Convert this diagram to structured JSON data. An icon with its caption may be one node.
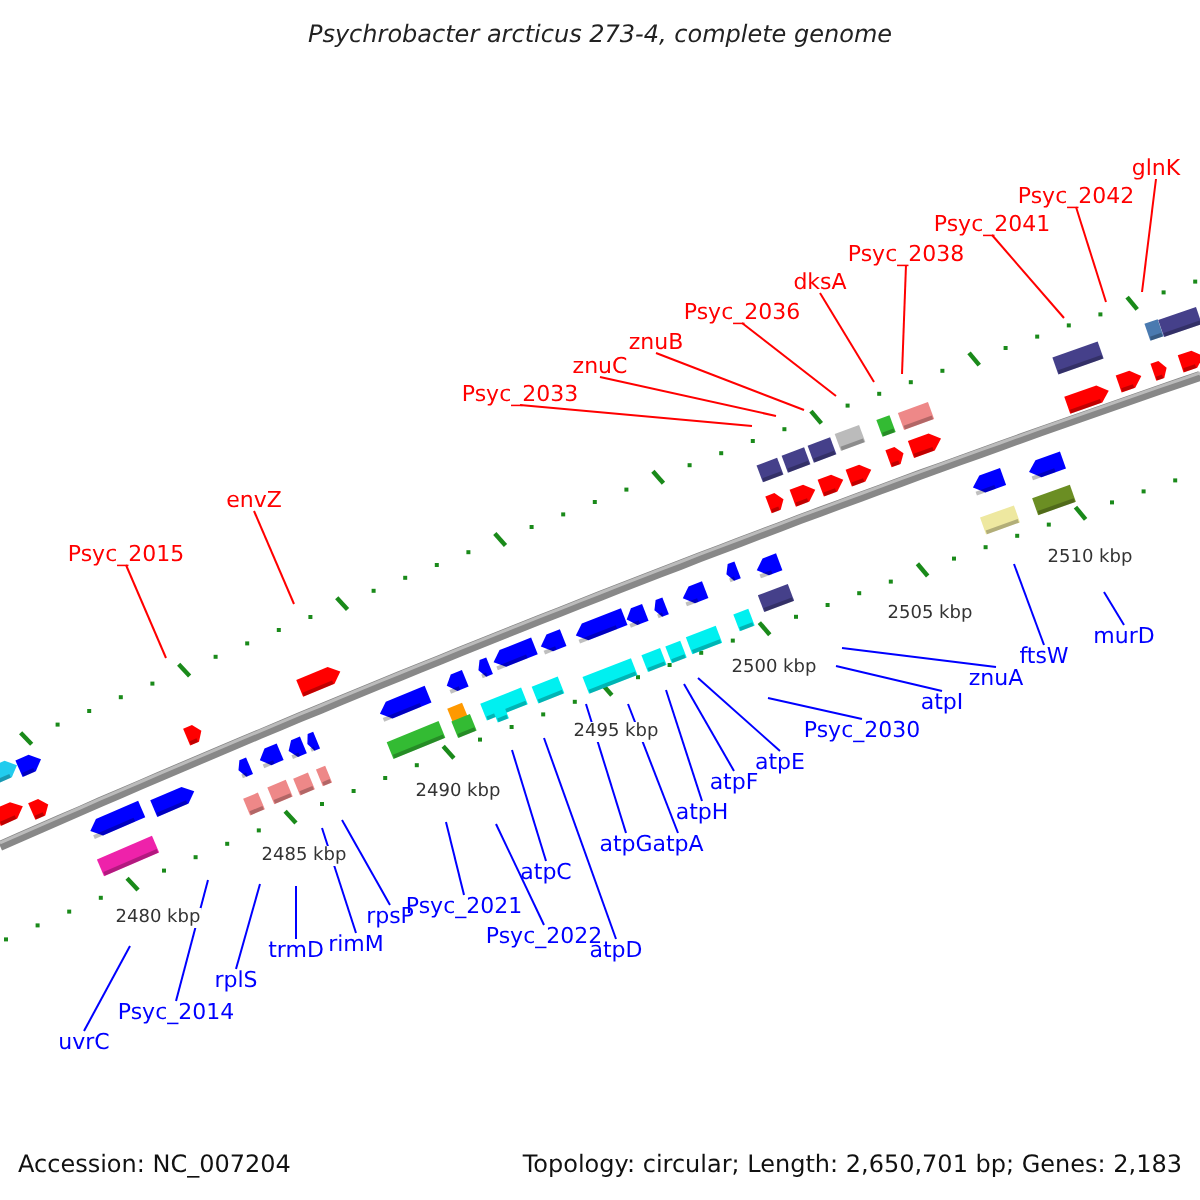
{
  "diagram": {
    "title": "Psychrobacter arcticus 273-4, complete genome",
    "nodes": [
      {
        "text": [
          "Psyc_2015"
        ]
      },
      {
        "text": [
          "envZ"
        ]
      },
      {
        "text": [
          "Psyc_2033"
        ]
      },
      {
        "text": [
          "znuC"
        ]
      },
      {
        "text": [
          "znuB"
        ]
      },
      {
        "text": [
          "Psyc_2036"
        ]
      },
      {
        "text": [
          "dksA"
        ]
      },
      {
        "text": [
          "Psyc_2038"
        ]
      },
      {
        "text": [
          "Psyc_2041"
        ]
      },
      {
        "text": [
          "Psyc_2042"
        ]
      },
      {
        "text": [
          "glnK"
        ]
      },
      {
        "text": [
          "uvrC"
        ]
      },
      {
        "text": [
          "Psyc_2014"
        ]
      },
      {
        "text": [
          "rplS"
        ]
      },
      {
        "text": [
          "trmD"
        ]
      },
      {
        "text": [
          "rimM"
        ]
      },
      {
        "text": [
          "rpsP"
        ]
      },
      {
        "text": [
          "Psyc_2021"
        ]
      },
      {
        "text": [
          "Psyc_2022"
        ]
      },
      {
        "text": [
          "atpC"
        ]
      },
      {
        "text": [
          "atpD"
        ]
      },
      {
        "text": [
          "atpG"
        ]
      },
      {
        "text": [
          "atpA"
        ]
      },
      {
        "text": [
          "atpH"
        ]
      },
      {
        "text": [
          "atpF"
        ]
      },
      {
        "text": [
          "atpE"
        ]
      },
      {
        "text": [
          "Psyc_2030"
        ]
      },
      {
        "text": [
          "atpI"
        ]
      },
      {
        "text": [
          "znuA"
        ]
      },
      {
        "text": [
          "ftsW"
        ]
      },
      {
        "text": [
          "murD"
        ]
      }
    ],
    "edges": [
      {
        "from": 0,
        "to": null,
        "arrow": "none",
        "color": "#ff0000"
      },
      {
        "from": 1,
        "to": null,
        "arrow": "none",
        "color": "#ff0000"
      },
      {
        "from": 2,
        "to": null,
        "arrow": "none",
        "color": "#ff0000"
      },
      {
        "from": 3,
        "to": null,
        "arrow": "none",
        "color": "#ff0000"
      },
      {
        "from": 4,
        "to": null,
        "arrow": "none",
        "color": "#ff0000"
      },
      {
        "from": 5,
        "to": null,
        "arrow": "none",
        "color": "#ff0000"
      },
      {
        "from": 6,
        "to": null,
        "arrow": "none",
        "color": "#ff0000"
      },
      {
        "from": 7,
        "to": null,
        "arrow": "none",
        "color": "#ff0000"
      },
      {
        "from": 8,
        "to": null,
        "arrow": "none",
        "color": "#ff0000"
      },
      {
        "from": 9,
        "to": null,
        "arrow": "none",
        "color": "#ff0000"
      },
      {
        "from": 10,
        "to": null,
        "arrow": "none",
        "color": "#ff0000"
      },
      {
        "from": 11,
        "to": null,
        "arrow": "none"
      },
      {
        "from": 12,
        "to": null,
        "arrow": "none"
      },
      {
        "from": 13,
        "to": null,
        "arrow": "none"
      },
      {
        "from": 14,
        "to": null,
        "arrow": "none"
      },
      {
        "from": 15,
        "to": null,
        "arrow": "none"
      },
      {
        "from": 16,
        "to": null,
        "arrow": "none"
      },
      {
        "from": 17,
        "to": null,
        "arrow": "none"
      },
      {
        "from": 18,
        "to": null,
        "arrow": "none"
      },
      {
        "from": 19,
        "to": null,
        "arrow": "none"
      },
      {
        "from": 20,
        "to": null,
        "arrow": "none"
      },
      {
        "from": 21,
        "to": null,
        "arrow": "none"
      },
      {
        "from": 22,
        "to": null,
        "arrow": "none"
      },
      {
        "from": 23,
        "to": null,
        "arrow": "none"
      },
      {
        "from": 24,
        "to": null,
        "arrow": "none"
      },
      {
        "from": 25,
        "to": null,
        "arrow": "none"
      },
      {
        "from": 26,
        "to": null,
        "arrow": "none"
      },
      {
        "from": 27,
        "to": null,
        "arrow": "none"
      },
      {
        "from": 28,
        "to": null,
        "arrow": "none"
      },
      {
        "from": 29,
        "to": null,
        "arrow": "none"
      },
      {
        "from": 30,
        "to": null,
        "arrow": "none"
      }
    ],
    "labels": [
      "2480 kbp",
      "2485 kbp",
      "2490 kbp",
      "2495 kbp",
      "2500 kbp",
      "2505 kbp",
      "2510 kbp",
      "Accession: NC_007204",
      "Topology: circular; Length: 2,650,701 bp; Genes: 2,183"
    ]
  }
}
